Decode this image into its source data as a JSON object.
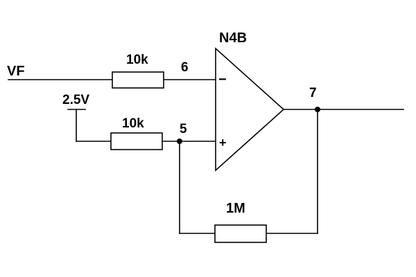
{
  "diagram": {
    "input_label": "VF",
    "reference_label": "2.5V",
    "opamp_label": "N4B",
    "r_input_label": "10k",
    "r_reference_label": "10k",
    "r_feedback_label": "1M",
    "pin_inverting": "6",
    "pin_noninverting": "5",
    "pin_output": "7",
    "sign_inverting": "−",
    "sign_noninverting": "+"
  }
}
